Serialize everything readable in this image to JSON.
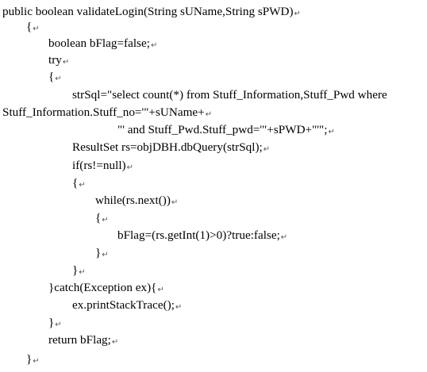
{
  "paragraph_mark": "↵",
  "code_lines": [
    "public boolean validateLogin(String sUName,String sPWD)",
    "{",
    "boolean bFlag=false;",
    "try",
    "{",
    "strSql=\"select count(*) from Stuff_Information,Stuff_Pwd where",
    "Stuff_Information.Stuff_no='\"+sUName+",
    "\"' and Stuff_Pwd.Stuff_pwd='\"+sPWD+\"'\";",
    "ResultSet rs=objDBH.dbQuery(strSql);",
    "if(rs!=null)",
    "{",
    "while(rs.next())",
    "{",
    "bFlag=(rs.getInt(1)>0)?true:false;",
    "}",
    "}",
    "}catch(Exception ex){",
    "ex.printStackTrace();",
    "}",
    "return bFlag;",
    "}"
  ]
}
